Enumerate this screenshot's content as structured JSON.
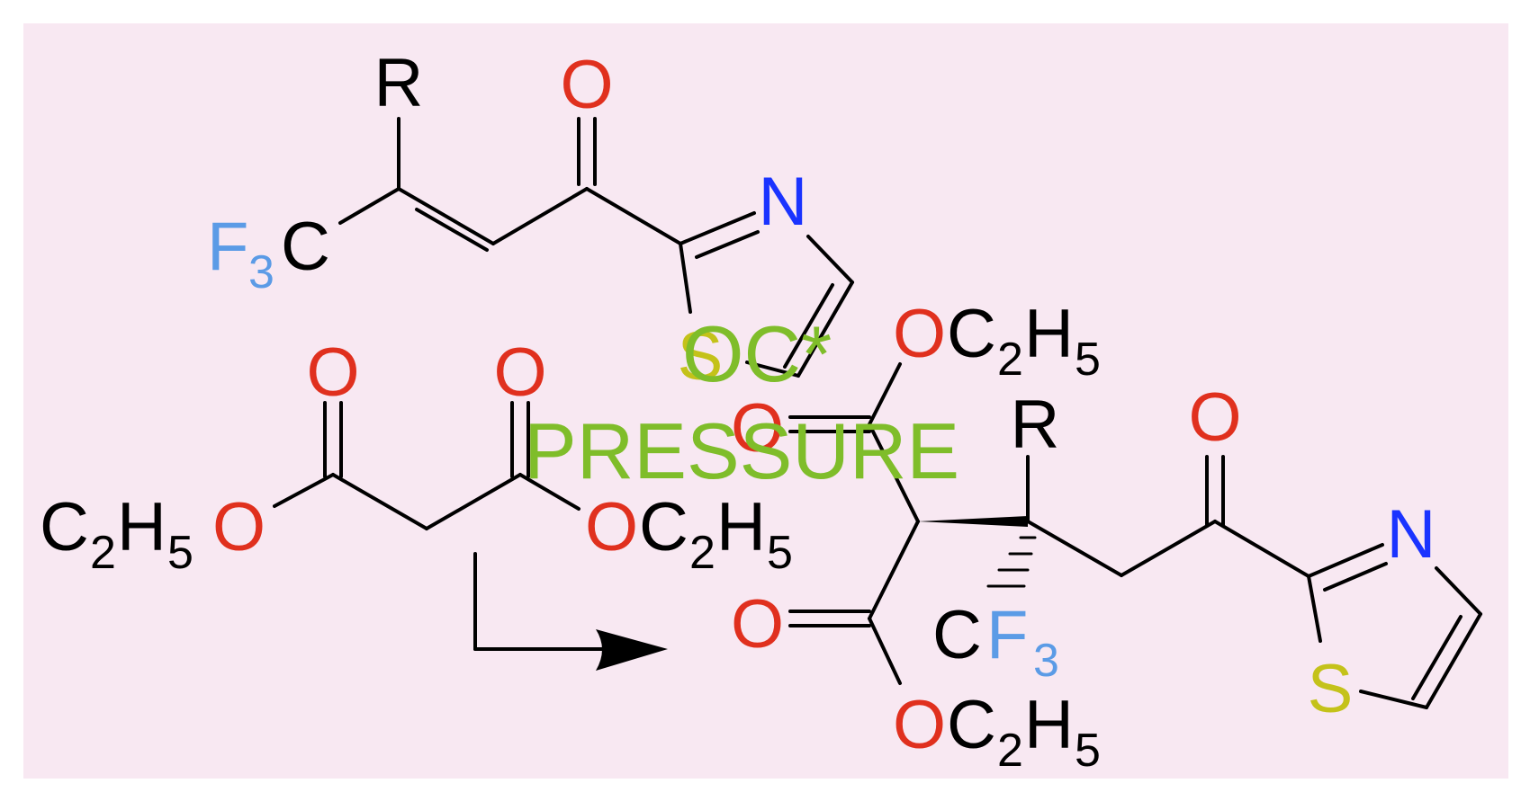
{
  "colors": {
    "background": "#f8e8f2",
    "carbon": "#000000",
    "oxygen": "#e0301e",
    "nitrogen": "#1a33ff",
    "sulfur": "#c4c21a",
    "fluorine": "#5b9be6",
    "conditions": "#7fbd2a"
  },
  "reactant_enone": {
    "r_label": "R",
    "o_label": "O",
    "n_label": "N",
    "s_label": "S",
    "f_label": "F",
    "f_sub": "3",
    "c_label": "C"
  },
  "reactant_malonate": {
    "o_top_left": "O",
    "o_top_right": "O",
    "ester_left_c": "C",
    "ester_left_sub1": "2",
    "ester_left_h": "H",
    "ester_left_sub2": "5",
    "ester_left_o": "O",
    "ester_right_o": "O",
    "ester_right_c": "C",
    "ester_right_sub1": "2",
    "ester_right_h": "H",
    "ester_right_sub2": "5"
  },
  "conditions": {
    "line1": "OC*",
    "line2": "PRESSURE"
  },
  "product": {
    "ester_top_o": "O",
    "ester_top_c": "C",
    "ester_top_sub1": "2",
    "ester_top_h": "H",
    "ester_top_sub2": "5",
    "carbonyl_top_o": "O",
    "r_label": "R",
    "ketone_o": "O",
    "n_label": "N",
    "s_label": "S",
    "carbonyl_bottom_o": "O",
    "cf3_c": "C",
    "cf3_f": "F",
    "cf3_sub": "3",
    "ester_bottom_o": "O",
    "ester_bottom_c": "C",
    "ester_bottom_sub1": "2",
    "ester_bottom_h": "H",
    "ester_bottom_sub2": "5"
  }
}
